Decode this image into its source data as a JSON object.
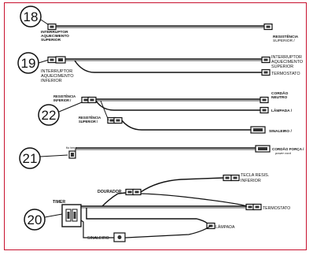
{
  "colors": {
    "border": "#c8102e",
    "wire": "#111111",
    "connector": "#333333"
  },
  "callouts": [
    "18",
    "19",
    "22",
    "21",
    "20"
  ],
  "harness_18": {
    "left_label": [
      "INTERRUPTOR",
      "AQUECIMENTO",
      "SUPERIOR"
    ],
    "right_label": [
      "RESISTÊNCIA",
      "SUPERIOR /"
    ]
  },
  "harness_19": {
    "left_label": [
      "INTERRUPTOR",
      "AQUECIMENTO",
      "INFERIOR"
    ],
    "right_top_label": [
      "INTERRUPTOR",
      "AQUECIMENTO",
      "SUPERIOR"
    ],
    "right_bottom_label": "TERMOSTATO"
  },
  "harness_22": {
    "left_top_label": [
      "RESISTÊNCIA",
      "INFERIOR /"
    ],
    "left_mid_label": [
      "RESISTÊNCIA",
      "SUPERIOR /"
    ],
    "right_1_label": [
      "CORDÃO",
      "NEUTRO"
    ],
    "right_2_label": "LÂMPADA /",
    "right_3_label": "SINALEIRO /"
  },
  "harness_21": {
    "left_label": "fio terra",
    "right_label": "CORDÃO FORÇA /",
    "right_sublabel": "power cord"
  },
  "harness_20": {
    "timer_label": "TIMER",
    "dourador_label": "DOURADOR",
    "tecla_label": [
      "TECLA RESIS.",
      "INFERIOR"
    ],
    "termostato_label": "TERMOSTATO",
    "lampada_label": "LÂMPADA",
    "sinaleiro_label": "SINALEIRO"
  }
}
